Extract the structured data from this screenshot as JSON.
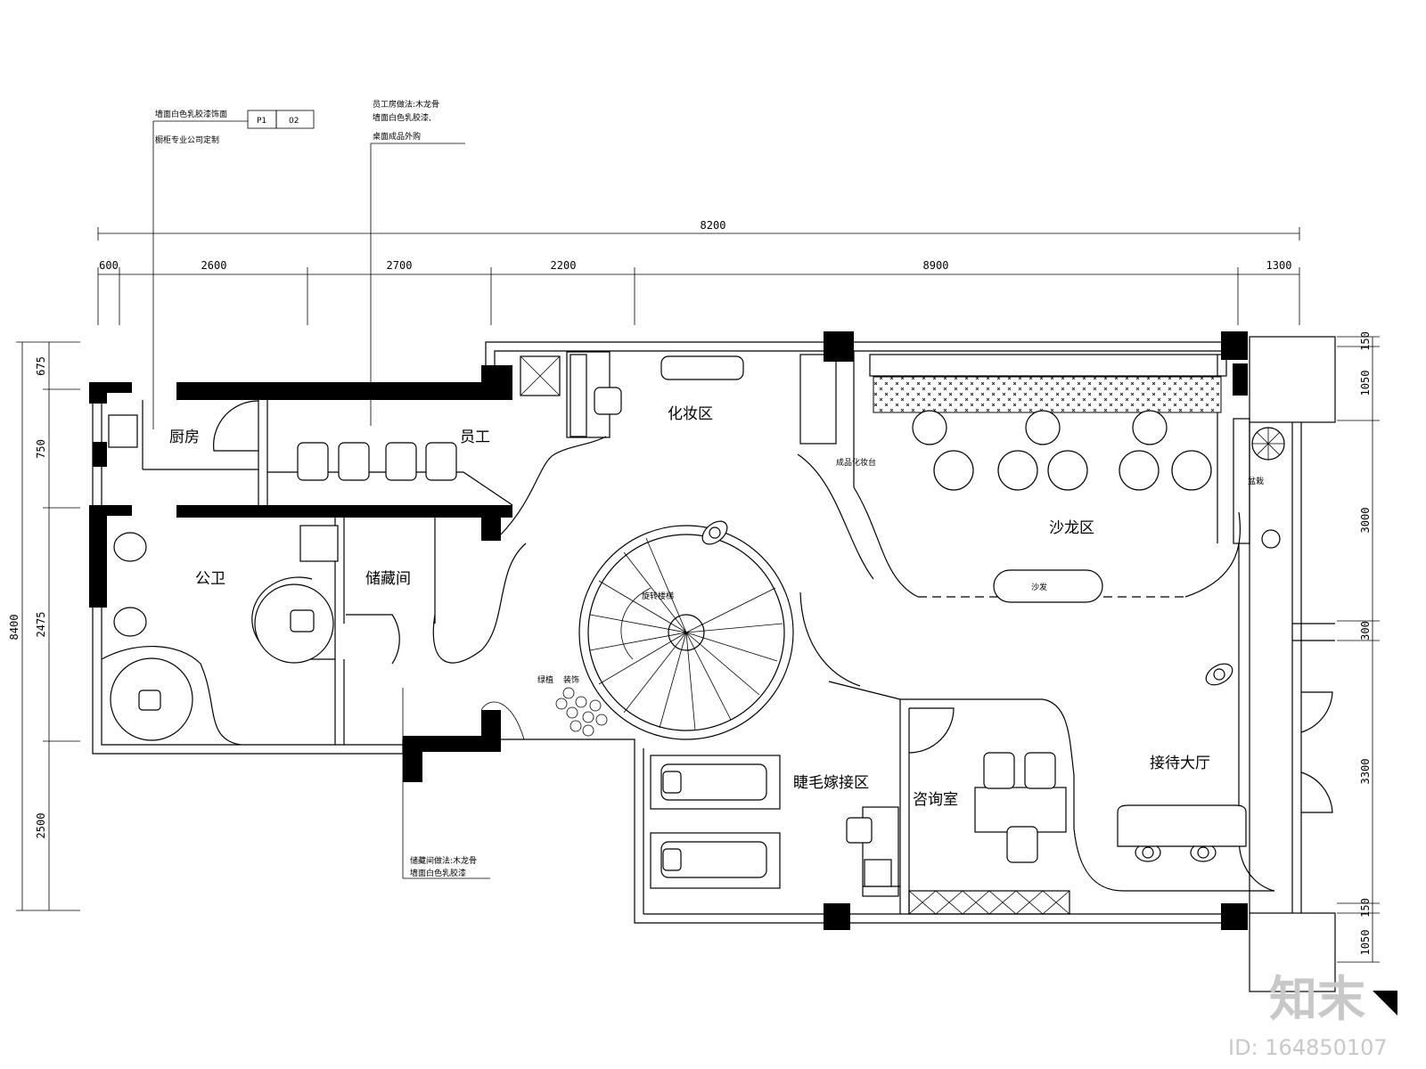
{
  "rooms": {
    "kitchen": "厨房",
    "staff": "员工",
    "makeup": "化妆区",
    "salon": "沙龙区",
    "public_wc": "公卫",
    "storage": "储藏间",
    "lash": "睫毛嫁接区",
    "consult": "咨询室",
    "reception": "接待大厅"
  },
  "notes": {
    "note1_line1": "墙面白色乳胶漆饰面",
    "note1_line2": "橱柜专业公司定制",
    "note1_tag_a": "P1",
    "note1_tag_b": "02",
    "note2_line1": "员工房做法:木龙骨",
    "note2_line2": "墙面白色乳胶漆,",
    "note2_line3": "桌面成品外购",
    "note3_line1": "储藏间做法:木龙骨",
    "note3_line2": "墙面白色乳胶漆",
    "note_makeup": "成品化妆台",
    "note_sofa": "沙发",
    "note_pot": "盆栽",
    "note_plant_a": "绿植",
    "note_plant_b": "装饰",
    "note_stairs": "旋转楼梯"
  },
  "dims_top": {
    "total": "8200",
    "d1": "600",
    "d2": "2600",
    "d3": "2700",
    "d4": "2200",
    "d5": "8900",
    "d6": "1300"
  },
  "dims_left": {
    "total": "8400",
    "d1": "675",
    "d2": "750",
    "d3": "2475",
    "d4": "2500"
  },
  "dims_right": {
    "d1": "150",
    "d2": "1050",
    "d3": "3000",
    "d4": "300",
    "d5": "3300",
    "d6": "150",
    "d7": "1050"
  },
  "watermark": {
    "logo": "知末",
    "id": "ID: 164850107"
  }
}
